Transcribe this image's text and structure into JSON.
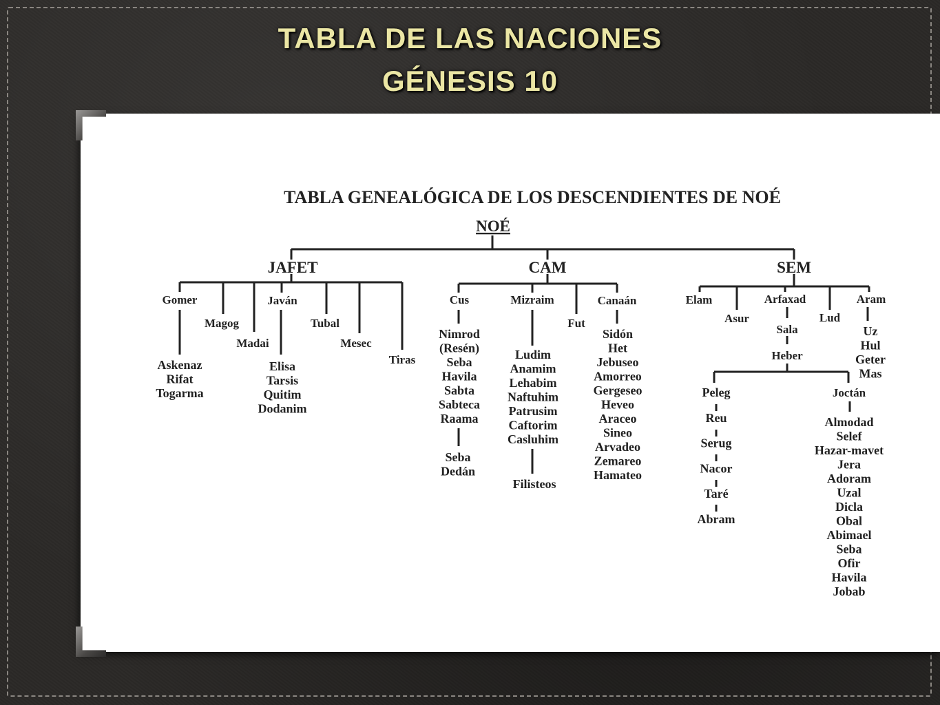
{
  "header": {
    "title_line1": "TABLA DE LAS NACIONES",
    "title_line2": "GÉNESIS 10"
  },
  "diagram": {
    "title": "TABLA GENEALÓGICA DE LOS DESCENDIENTES DE NOÉ",
    "root": "NOÉ",
    "sons": {
      "jafet": {
        "name": "JAFET",
        "children": {
          "gomer": {
            "name": "Gomer",
            "descendants": [
              "Askenaz",
              "Rifat",
              "Togarma"
            ]
          },
          "magog": {
            "name": "Magog"
          },
          "madai": {
            "name": "Madai"
          },
          "javan": {
            "name": "Javán",
            "descendants": [
              "Elisa",
              "Tarsis",
              "Quitim",
              "Dodanim"
            ]
          },
          "tubal": {
            "name": "Tubal"
          },
          "mesec": {
            "name": "Mesec"
          },
          "tiras": {
            "name": "Tiras"
          }
        }
      },
      "cam": {
        "name": "CAM",
        "children": {
          "cus": {
            "name": "Cus",
            "descendants": [
              "Nimrod",
              "(Resén)",
              "Seba",
              "Havila",
              "Sabta",
              "Sabteca",
              "Raama"
            ],
            "grand": [
              "Seba",
              "Dedán"
            ]
          },
          "mizraim": {
            "name": "Mizraim",
            "descendants": [
              "Ludim",
              "Anamim",
              "Lehabim",
              "Naftuhim",
              "Patrusim",
              "Caftorim",
              "Casluhim"
            ],
            "grand": [
              "Filisteos"
            ]
          },
          "fut": {
            "name": "Fut"
          },
          "canaan": {
            "name": "Canaán",
            "descendants": [
              "Sidón",
              "Het",
              "Jebuseo",
              "Amorreo",
              "Gergeseo",
              "Heveo",
              "Araceo",
              "Sineo",
              "Arvadeo",
              "Zemareo",
              "Hamateo"
            ]
          }
        }
      },
      "sem": {
        "name": "SEM",
        "children": {
          "elam": {
            "name": "Elam"
          },
          "asur": {
            "name": "Asur"
          },
          "arfaxad": {
            "name": "Arfaxad",
            "sala": "Sala",
            "heber": "Heber"
          },
          "lud": {
            "name": "Lud"
          },
          "aram": {
            "name": "Aram",
            "descendants": [
              "Uz",
              "Hul",
              "Geter",
              "Mas"
            ]
          }
        },
        "peleg_line": [
          "Peleg",
          "Reu",
          "Serug",
          "Nacor",
          "Taré",
          "Abram"
        ],
        "joctan": {
          "name": "Joctán",
          "descendants": [
            "Almodad",
            "Selef",
            "Hazar-mavet",
            "Jera",
            "Adoram",
            "Uzal",
            "Dicla",
            "Obal",
            "Abimael",
            "Seba",
            "Ofir",
            "Havila",
            "Jobab"
          ]
        }
      }
    }
  }
}
